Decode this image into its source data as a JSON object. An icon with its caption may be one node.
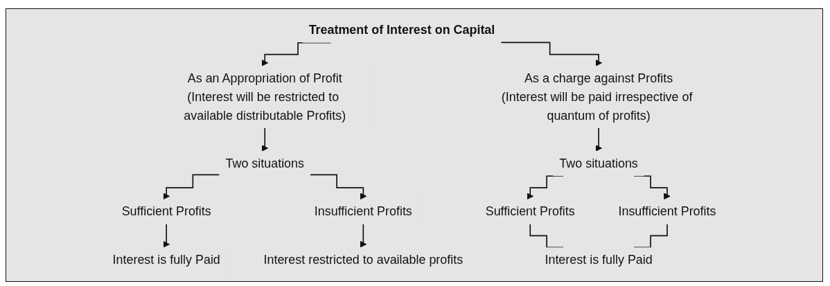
{
  "diagram": {
    "nodes": [
      {
        "text": [
          "Treatment of Interest on Capital"
        ]
      },
      {
        "text": [
          "As an Appropriation of Profit",
          "(Interest will be restricted to available distributable Profits)"
        ]
      },
      {
        "text": [
          "As a charge against Profits",
          "(Interest will be paid irrespective of quantum of profits)"
        ]
      },
      {
        "text": [
          "Two situations"
        ]
      },
      {
        "text": [
          "Two situations"
        ]
      },
      {
        "text": [
          "Sufficient Profits"
        ]
      },
      {
        "text": [
          "Insufficient Profits"
        ]
      },
      {
        "text": [
          "Sufficient Profits"
        ]
      },
      {
        "text": [
          "Insufficient Profits"
        ]
      },
      {
        "text": [
          "Interest is fully Paid"
        ]
      },
      {
        "text": [
          "Interest restricted to available profits"
        ]
      },
      {
        "text": [
          "Interest is fully Paid"
        ]
      }
    ],
    "edges": [
      {
        "from": 0,
        "to": 1,
        "arrow": "to"
      },
      {
        "from": 0,
        "to": 2,
        "arrow": "to"
      },
      {
        "from": 1,
        "to": 3,
        "arrow": "to"
      },
      {
        "from": 2,
        "to": 4,
        "arrow": "to"
      },
      {
        "from": 3,
        "to": 5,
        "arrow": "to"
      },
      {
        "from": 3,
        "to": 6,
        "arrow": "to"
      },
      {
        "from": 4,
        "to": 7,
        "arrow": "to"
      },
      {
        "from": 4,
        "to": 8,
        "arrow": "to"
      },
      {
        "from": 5,
        "to": 9,
        "arrow": "to"
      },
      {
        "from": 6,
        "to": 10,
        "arrow": "to"
      },
      {
        "from": 7,
        "to": 11,
        "arrow": "none"
      },
      {
        "from": 8,
        "to": 11,
        "arrow": "none"
      }
    ]
  }
}
